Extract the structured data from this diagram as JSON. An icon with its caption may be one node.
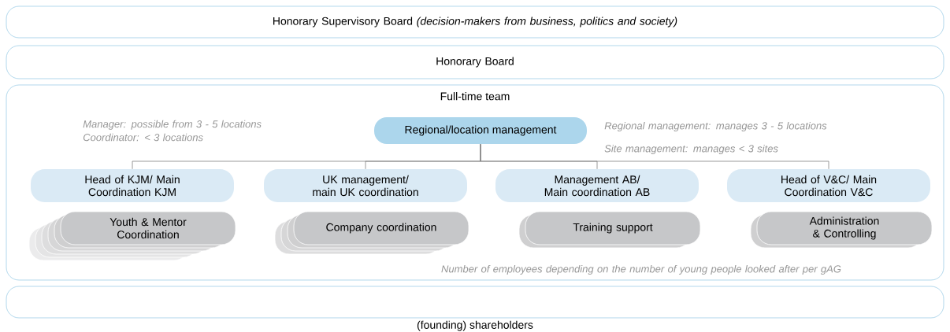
{
  "diagram": {
    "nodes": [
      {
        "text": [
          "Honorary Supervisory Board *(decision-makers from business, politics and society)*"
        ]
      },
      {
        "text": [
          "Honorary Board"
        ]
      },
      {
        "text": [
          "Full-time team"
        ]
      },
      {
        "text": [
          "Regional/location management"
        ],
        "in": 2
      },
      {
        "text": [
          "Head of KJM/ Main Coordination KJM"
        ],
        "in": 2
      },
      {
        "text": [
          "UK management/ main UK coordination"
        ],
        "in": 2
      },
      {
        "text": [
          "Management AB/ Main coordination AB"
        ],
        "in": 2
      },
      {
        "text": [
          "Head of V&C/ Main Coordination V&C"
        ],
        "in": 2
      },
      {
        "text": [
          "Youth & Mentor Coordination"
        ],
        "in": 2
      },
      {
        "text": [
          "Company coordination"
        ],
        "in": 2
      },
      {
        "text": [
          "Training support"
        ],
        "in": 2
      },
      {
        "text": [
          "Administration & Controlling"
        ],
        "in": 2
      },
      {
        "text": [
          "(founding) shareholders"
        ]
      }
    ],
    "edges": [
      {
        "from": 3,
        "to": 4,
        "arrow": "none"
      },
      {
        "from": 3,
        "to": 5,
        "arrow": "none"
      },
      {
        "from": 3,
        "to": 6,
        "arrow": "none"
      },
      {
        "from": 3,
        "to": 7,
        "arrow": "none"
      }
    ],
    "labels": [
      "Manager: possible from 3 - 5 locations Coordinator: < 3 locations",
      "Regional management: manages 3 - 5 locations",
      "Site management: manages < 3 sites",
      "Number of employees depending on the number of young people looked after per gAG"
    ]
  }
}
